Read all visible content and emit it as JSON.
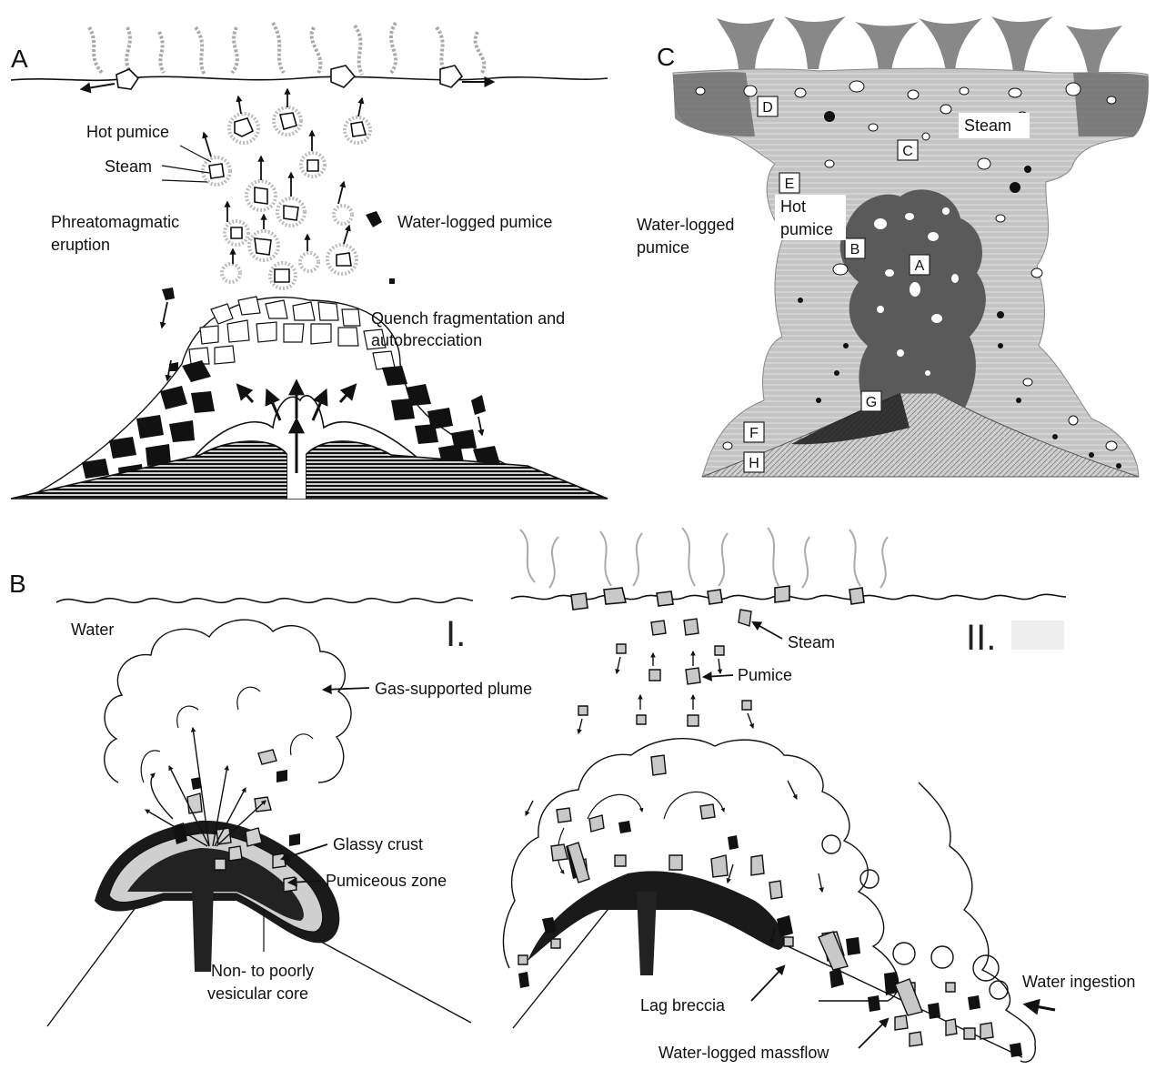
{
  "panels": {
    "A": {
      "letter": "A",
      "labels": {
        "hot_pumice": "Hot pumice",
        "steam": "Steam",
        "phreato1": "Phreatomagmatic",
        "phreato2": "eruption",
        "waterlogged": "Water-logged pumice",
        "quench1": "Quench fragmentation and",
        "quench2": "autobrecciation"
      }
    },
    "B": {
      "letter": "B",
      "sub_I": "I.",
      "sub_II": "II.",
      "labels": {
        "water": "Water",
        "plume": "Gas-supported plume",
        "glassy": "Glassy crust",
        "pumiceous": "Pumiceous zone",
        "core1": "Non- to poorly",
        "core2": "vesicular core",
        "steam": "Steam",
        "pumice": "Pumice",
        "lag": "Lag breccia",
        "massflow": "Water-logged massflow",
        "ingestion": "Water ingestion"
      }
    },
    "C": {
      "letter": "C",
      "labels": {
        "steam": "Steam",
        "wl1": "Water-logged",
        "wl2": "pumice",
        "hot1": "Hot",
        "hot2": "pumice"
      },
      "markers": [
        "A",
        "B",
        "C",
        "D",
        "E",
        "F",
        "G",
        "H"
      ]
    }
  },
  "colors": {
    "ink": "#111111",
    "grey_plume": "#b8b8b8",
    "dark_plume": "#6e6e6e",
    "pumice_fill": "#c8c8c8"
  }
}
